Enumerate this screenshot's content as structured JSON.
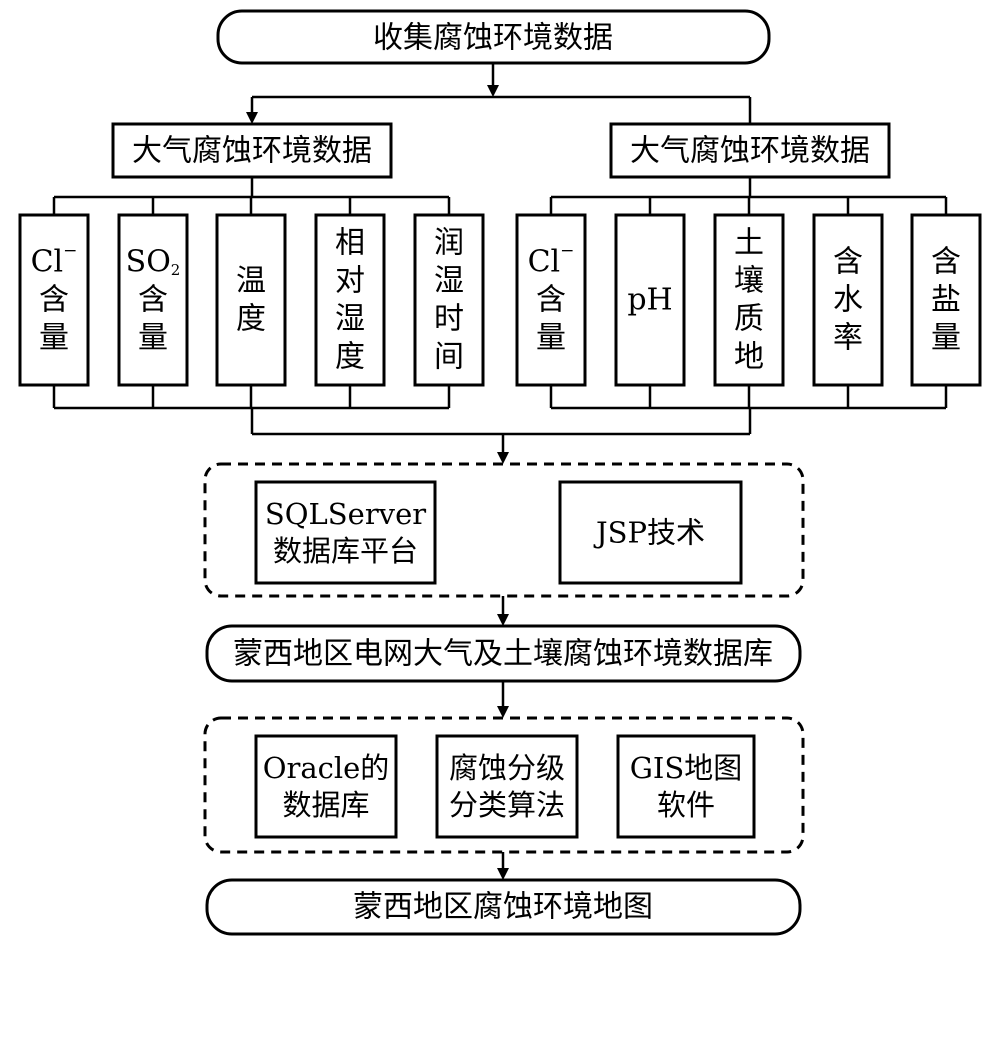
{
  "title_box": "收集腐蚀环境数据",
  "branches": [
    {
      "label": "大气腐蚀环境数据",
      "items": [
        {
          "lines": [
            "Cl⁻",
            "含",
            "量"
          ]
        },
        {
          "lines": [
            "SO₂",
            "含",
            "量"
          ]
        },
        {
          "lines": [
            "温",
            "度"
          ]
        },
        {
          "lines": [
            "相",
            "对",
            "湿",
            "度"
          ]
        },
        {
          "lines": [
            "润",
            "湿",
            "时",
            "间"
          ]
        }
      ]
    },
    {
      "label": "大气腐蚀环境数据",
      "items": [
        {
          "lines": [
            "Cl⁻",
            "含",
            "量"
          ]
        },
        {
          "lines": [
            "pH"
          ]
        },
        {
          "lines": [
            "土",
            "壤",
            "质",
            "地"
          ]
        },
        {
          "lines": [
            "含",
            "水",
            "率"
          ]
        },
        {
          "lines": [
            "含",
            "盐",
            "量"
          ]
        }
      ]
    }
  ],
  "tech_group": [
    {
      "lines": [
        "SQLServer",
        "数据库平台"
      ]
    },
    {
      "lines": [
        "JSP技术"
      ]
    }
  ],
  "database_box": "蒙西地区电网大气及土壤腐蚀环境数据库",
  "tool_group": [
    {
      "lines": [
        "Oracle的",
        "数据库"
      ]
    },
    {
      "lines": [
        "腐蚀分级",
        "分类算法"
      ]
    },
    {
      "lines": [
        "GIS地图",
        "软件"
      ]
    }
  ],
  "result_box": "蒙西地区腐蚀环境地图"
}
